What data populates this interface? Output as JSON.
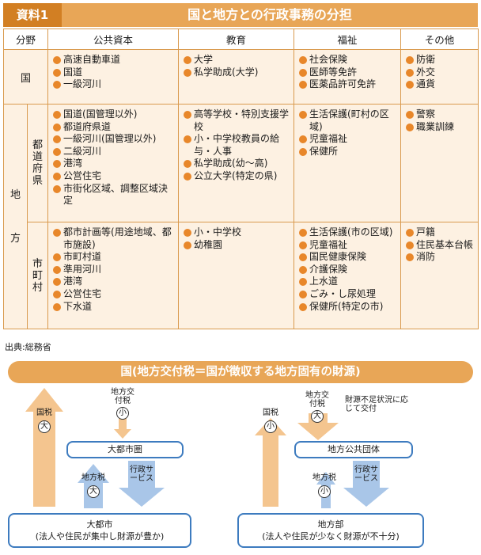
{
  "header": {
    "tag": "資料1",
    "title": "国と地方との行政事務の分担"
  },
  "table": {
    "columns": [
      "分野",
      "公共資本",
      "教育",
      "福祉",
      "その他"
    ],
    "national": {
      "label": "国",
      "public_capital": [
        "高速自動車道",
        "国道",
        "一級河川"
      ],
      "education": [
        "大学",
        "私学助成(大学)"
      ],
      "welfare": [
        "社会保険",
        "医師等免許",
        "医薬品許可免許"
      ],
      "other": [
        "防衛",
        "外交",
        "通貨"
      ]
    },
    "local_label": "地方",
    "local_char1": "地",
    "local_char2": "方",
    "prefecture": {
      "label": "都道府県",
      "public_capital": [
        "国道(国管理以外)",
        "都道府県道",
        "一級河川(国管理以外)",
        "二級河川",
        "港湾",
        "公営住宅",
        "市街化区域、調整区域決定"
      ],
      "education": [
        "高等学校・特別支援学校",
        "小・中学校教員の給与・人事",
        "私学助成(幼～高)",
        "公立大学(特定の県)"
      ],
      "welfare": [
        "生活保護(町村の区域)",
        "児童福祉",
        "保健所"
      ],
      "other": [
        "警察",
        "職業訓練"
      ]
    },
    "municipality": {
      "label": "市町村",
      "public_capital": [
        "都市計画等(用途地域、都市施設)",
        "市町村道",
        "準用河川",
        "港湾",
        "公営住宅",
        "下水道"
      ],
      "education": [
        "小・中学校",
        "幼稚園"
      ],
      "welfare": [
        "生活保護(市の区域)",
        "児童福祉",
        "国民健康保険",
        "介護保険",
        "上水道",
        "ごみ・し尿処理",
        "保健所(特定の市)"
      ],
      "other": [
        "戸籍",
        "住民基本台帳",
        "消防"
      ]
    }
  },
  "source": "出典:総務省",
  "diagram": {
    "banner": "国(地方交付税＝国が徴収する地方固有の財源)",
    "left": {
      "national_tax": "国税",
      "national_tax_size": "大",
      "grant": "地方交付税",
      "grant_size": "小",
      "area": "大都市圏",
      "local_tax": "地方税",
      "local_tax_size": "大",
      "service": "行政サービス",
      "city_title": "大都市",
      "city_desc": "(法人や住民が集中し財源が豊か)"
    },
    "right": {
      "national_tax": "国税",
      "national_tax_size": "小",
      "grant": "地方交付税",
      "grant_size": "大",
      "grant_note": "財源不足状況に応じて交付",
      "area": "地方公共団体",
      "local_tax": "地方税",
      "local_tax_size": "小",
      "service": "行政サービス",
      "city_title": "地方部",
      "city_desc": "(法人や住民が少なく財源が不十分)"
    }
  },
  "colors": {
    "orange": "#e8a657",
    "dark_orange": "#d27f23",
    "bullet": "#e8872a",
    "cell_bg": "#fdf1e2",
    "blue": "#3d7bbf",
    "light_blue": "#a9c6e8"
  }
}
